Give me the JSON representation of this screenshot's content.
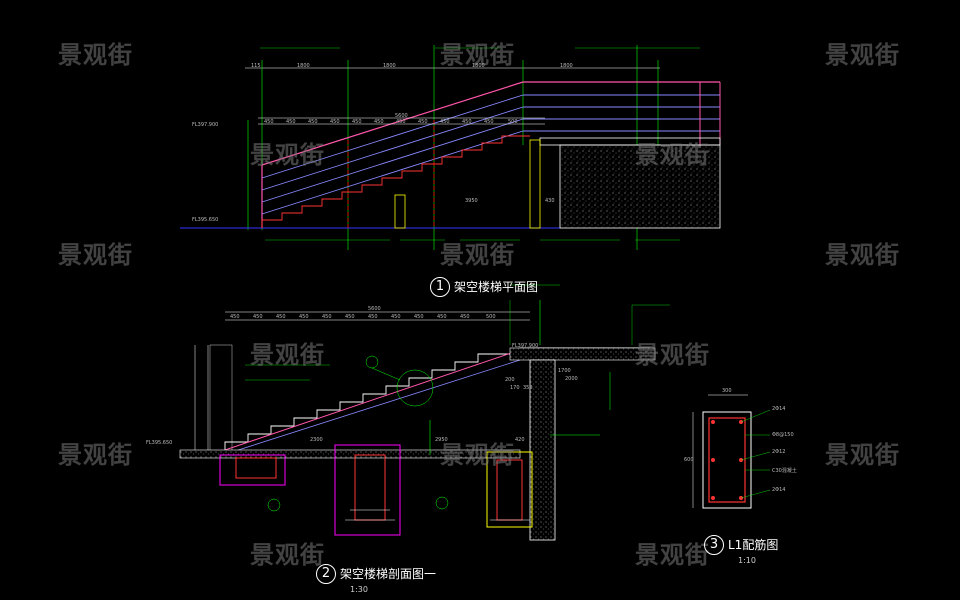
{
  "watermark": "景观街",
  "titles": {
    "plan": {
      "num": "1",
      "text": "架空楼梯平面图"
    },
    "section": {
      "num": "2",
      "text": "架空楼梯剖面图一",
      "scale": "1:30"
    },
    "detail": {
      "num": "3",
      "text": "L1配筋图",
      "scale": "1:10"
    }
  },
  "plan": {
    "top_dims": [
      "1800",
      "1800",
      "1800",
      "1800"
    ],
    "left_dim": "115",
    "total": "5600",
    "tread_dims": [
      "450",
      "450",
      "450",
      "450",
      "450",
      "450",
      "450",
      "450",
      "450",
      "450",
      "450",
      "500"
    ],
    "elev_top": "FL397.900",
    "elev_bottom": "FL395.650",
    "dim_3950": "3950",
    "dim_430": "430"
  },
  "section": {
    "total": "5600",
    "tread_dims": [
      "450",
      "450",
      "450",
      "450",
      "450",
      "450",
      "450",
      "450",
      "450",
      "450",
      "450",
      "500"
    ],
    "elev_top": "FL397.900",
    "elev_bottom": "FL395.650",
    "dims": {
      "a": "2300",
      "b": "2950",
      "c": "420",
      "d": "1700",
      "e": "2000",
      "f": "170",
      "g": "350",
      "h": "200"
    }
  },
  "detail": {
    "width": "300",
    "height": "600",
    "labels": [
      "2Φ14",
      "Φ8@150",
      "2Φ12",
      "C30混凝土",
      "2Φ14"
    ]
  }
}
